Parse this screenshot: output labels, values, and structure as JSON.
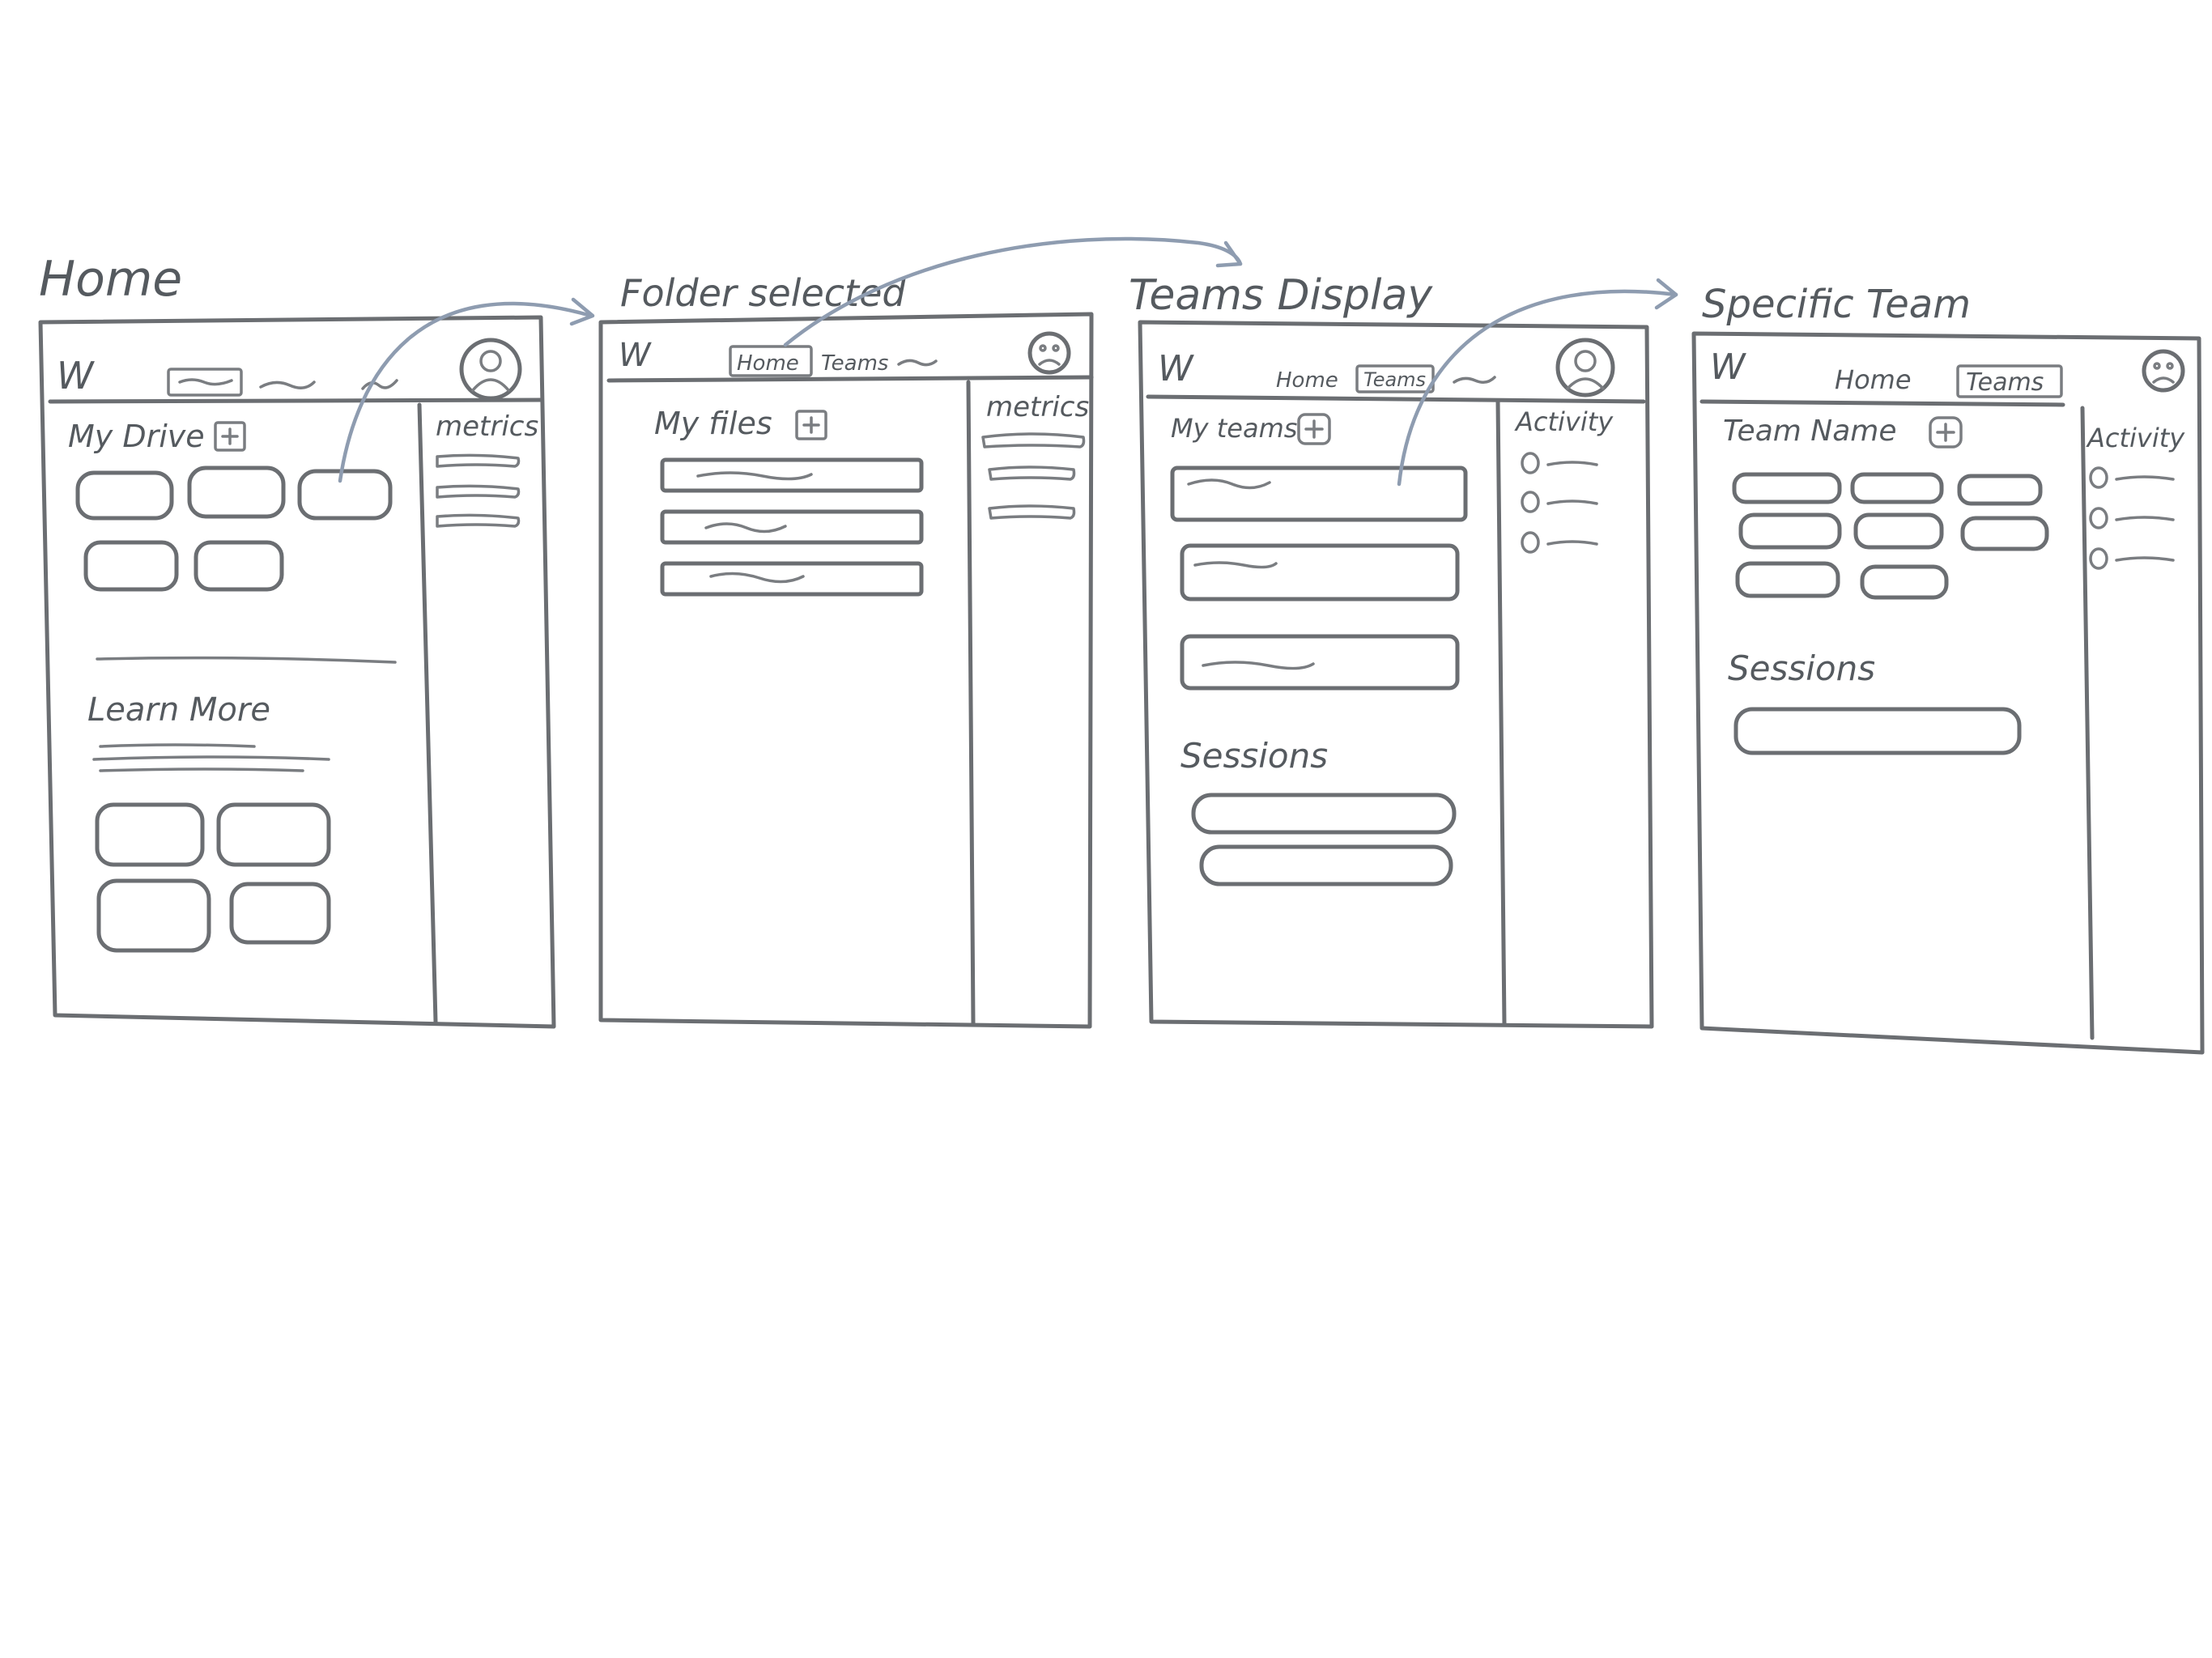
{
  "colors": {
    "pencil": "#6b6e72",
    "arrow": "#8e9cb0",
    "text": "#555a5f"
  },
  "screens": [
    {
      "title": "Home",
      "logo": "W",
      "section_title": "My Drive",
      "sidebar_title": "metrics",
      "secondary_title": "Learn More"
    },
    {
      "title": "Folder selected",
      "logo": "W",
      "nav_home": "Home",
      "nav_teams": "Teams",
      "section_title": "My files",
      "sidebar_title": "metrics"
    },
    {
      "title": "Teams Display",
      "logo": "W",
      "nav_home": "Home",
      "nav_teams": "Teams",
      "section_title": "My teams",
      "sidebar_title": "Activity",
      "secondary_title": "Sessions"
    },
    {
      "title": "Specific Team",
      "logo": "W",
      "nav_home": "Home",
      "nav_teams": "Teams",
      "section_title": "Team Name",
      "sidebar_title": "Activity",
      "secondary_title": "Sessions"
    }
  ]
}
